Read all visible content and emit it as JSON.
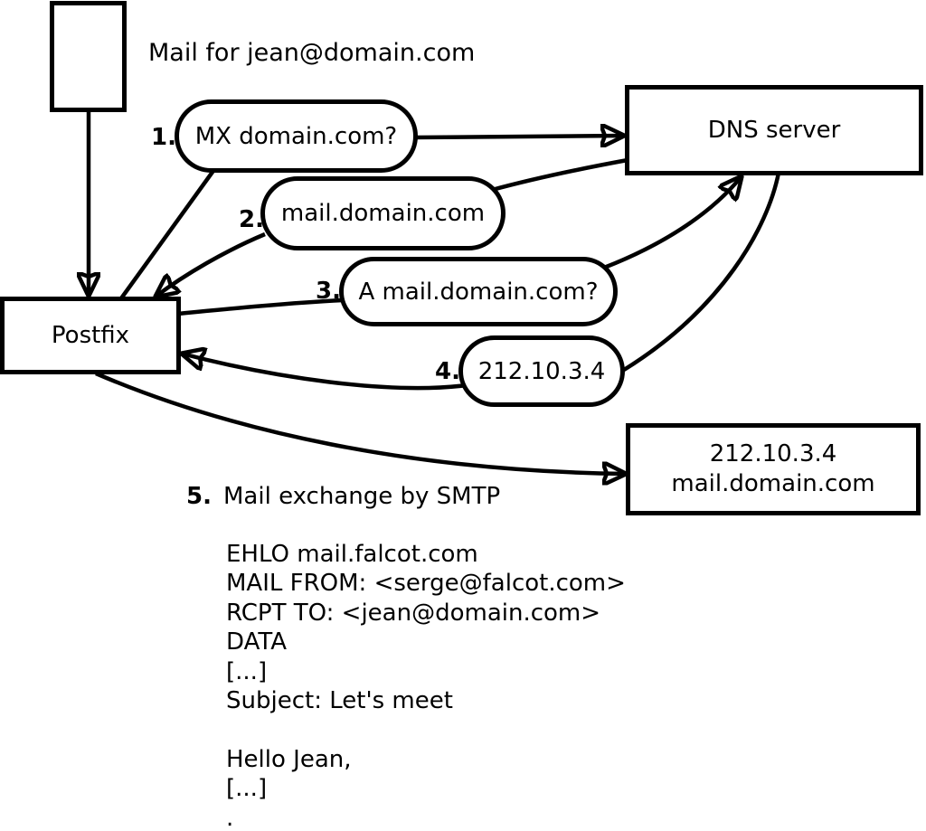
{
  "colors": {
    "ink": "#000000",
    "paper": "#ffffff"
  },
  "heading": "Mail for jean@domain.com",
  "nodes": {
    "postfix_label": "Postfix",
    "dns_label": "DNS server",
    "mailserver_ip": "212.10.3.4",
    "mailserver_host": "mail.domain.com"
  },
  "steps": [
    {
      "num": "1.",
      "label": "MX domain.com?"
    },
    {
      "num": "2.",
      "label": "mail.domain.com"
    },
    {
      "num": "3.",
      "label": "A mail.domain.com?"
    },
    {
      "num": "4.",
      "label": "212.10.3.4"
    },
    {
      "num": "5.",
      "label": "Mail exchange by SMTP"
    }
  ],
  "smtp_session": [
    "EHLO mail.falcot.com",
    "MAIL FROM: <serge@falcot.com>",
    "RCPT TO: <jean@domain.com>",
    "DATA",
    "[...]",
    "Subject: Let's meet",
    "",
    "Hello Jean,",
    "[...]",
    "."
  ]
}
